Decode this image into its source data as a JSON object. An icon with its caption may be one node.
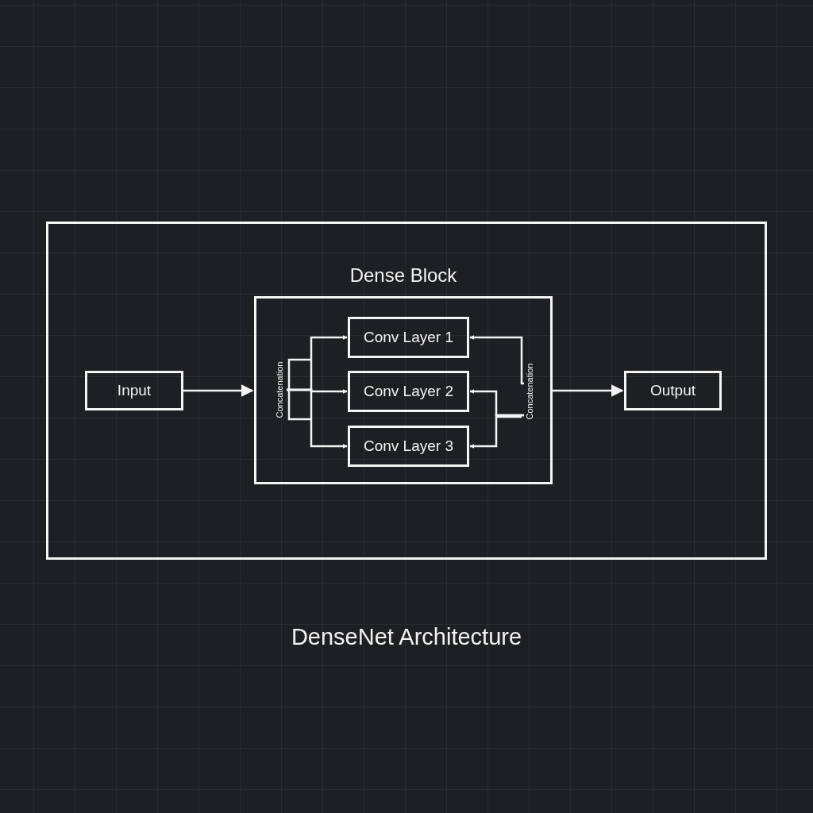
{
  "diagram": {
    "caption": "DenseNet Architecture",
    "nodes": [
      {
        "text": [],
        "shape": "box"
      },
      {
        "text": [
          "Dense Block"
        ],
        "in": 0
      },
      {
        "text": [
          "Input"
        ],
        "in": 0
      },
      {
        "text": [
          "Concatenation"
        ],
        "in": 1
      },
      {
        "text": [
          "Conv Layer 1"
        ],
        "in": 1
      },
      {
        "text": [
          "Conv Layer 2"
        ],
        "in": 1
      },
      {
        "text": [
          "Conv Layer 3"
        ],
        "in": 1
      },
      {
        "text": [
          "Concatenation"
        ],
        "in": 1
      },
      {
        "text": [
          "Output"
        ],
        "in": 0
      }
    ],
    "edges": [
      {
        "from": 2,
        "to": 1,
        "arrow": "to"
      },
      {
        "from": 3,
        "to": 4,
        "arrow": "to"
      },
      {
        "from": 3,
        "to": 5,
        "arrow": "to"
      },
      {
        "from": 3,
        "to": 6,
        "arrow": "to"
      },
      {
        "from": 7,
        "to": 4,
        "arrow": "to"
      },
      {
        "from": 7,
        "to": 5,
        "arrow": "to"
      },
      {
        "from": 7,
        "to": 6,
        "arrow": "to"
      },
      {
        "from": 1,
        "to": 8,
        "arrow": "to"
      }
    ]
  }
}
